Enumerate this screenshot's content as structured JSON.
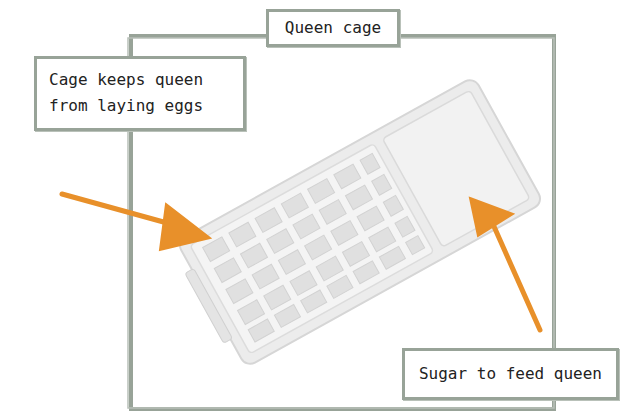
{
  "diagram": {
    "nodes": [
      {
        "text": [
          "Queen cage"
        ]
      },
      {
        "text": [
          "Cage keeps queen from laying eggs"
        ]
      },
      {
        "text": [
          "Sugar to feed queen"
        ]
      }
    ]
  }
}
